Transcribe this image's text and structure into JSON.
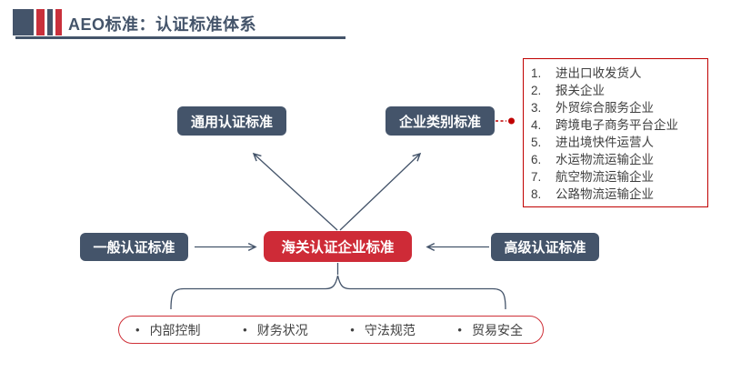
{
  "header": {
    "title": "AEO标准：认证标准体系"
  },
  "diagram": {
    "general_box": "通用认证标准",
    "category_box": "企业类别标准",
    "center_box": "海关认证企业标准",
    "left_box": "一般认证标准",
    "right_box": "高级认证标准",
    "category_list": {
      "items": [
        "进出口收发货人",
        "报关企业",
        "外贸综合服务企业",
        "跨境电子商务平台企业",
        "进出境快件运营人",
        "水运物流运输企业",
        "航空物流运输企业",
        "公路物流运输企业"
      ]
    },
    "criteria": {
      "bullet": "•",
      "items": [
        "内部控制",
        "财务状况",
        "守法规范",
        "贸易安全"
      ]
    }
  },
  "colors": {
    "slate": "#44546A",
    "red_primary": "#CE2B37",
    "red_dark": "#C00000",
    "pill_border": "#CF3038",
    "text_dark": "#3F3F3F"
  }
}
